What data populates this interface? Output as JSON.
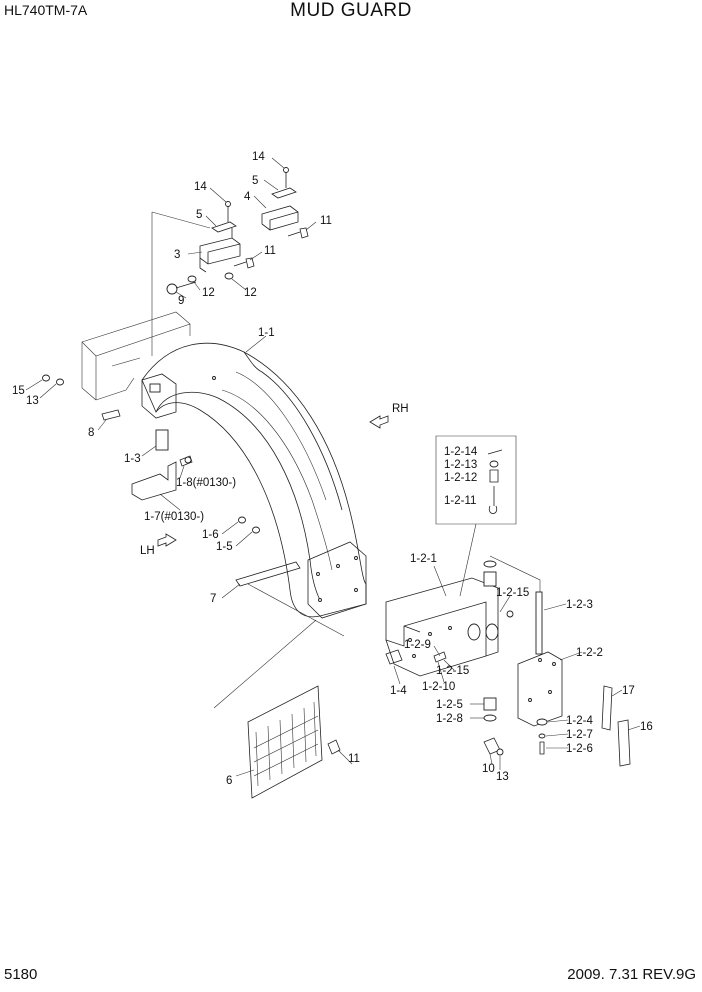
{
  "header": {
    "model": "HL740TM-7A",
    "title": "MUD GUARD"
  },
  "footer": {
    "page_number": "5180",
    "revision": "2009. 7.31  REV.9G"
  },
  "directions": {
    "rh": "RH",
    "lh": "LH"
  },
  "labels": [
    {
      "id": "l14a",
      "text": "14"
    },
    {
      "id": "l5a",
      "text": "5"
    },
    {
      "id": "l4",
      "text": "4"
    },
    {
      "id": "l11a",
      "text": "11"
    },
    {
      "id": "l14b",
      "text": "14"
    },
    {
      "id": "l5b",
      "text": "5"
    },
    {
      "id": "l3",
      "text": "3"
    },
    {
      "id": "l11b",
      "text": "11"
    },
    {
      "id": "l12a",
      "text": "12"
    },
    {
      "id": "l12b",
      "text": "12"
    },
    {
      "id": "l9",
      "text": "9"
    },
    {
      "id": "l1-1",
      "text": "1-1"
    },
    {
      "id": "l15",
      "text": "15"
    },
    {
      "id": "l13a",
      "text": "13"
    },
    {
      "id": "l8",
      "text": "8"
    },
    {
      "id": "l1-3",
      "text": "1-3"
    },
    {
      "id": "l1-8",
      "text": "1-8(#0130-)"
    },
    {
      "id": "l1-7",
      "text": "1-7(#0130-)"
    },
    {
      "id": "l1-6",
      "text": "1-6"
    },
    {
      "id": "l1-5",
      "text": "1-5"
    },
    {
      "id": "l7",
      "text": "7"
    },
    {
      "id": "l1-2-14",
      "text": "1-2-14"
    },
    {
      "id": "l1-2-13",
      "text": "1-2-13"
    },
    {
      "id": "l1-2-12",
      "text": "1-2-12"
    },
    {
      "id": "l1-2-11",
      "text": "1-2-11"
    },
    {
      "id": "l1-2-1",
      "text": "1-2-1"
    },
    {
      "id": "l1-2-15a",
      "text": "1-2-15"
    },
    {
      "id": "l1-2-3",
      "text": "1-2-3"
    },
    {
      "id": "l1-2-9",
      "text": "1-2-9"
    },
    {
      "id": "l1-2-15b",
      "text": "1-2-15"
    },
    {
      "id": "l1-2-10",
      "text": "1-2-10"
    },
    {
      "id": "l1-4",
      "text": "1-4"
    },
    {
      "id": "l1-2-2",
      "text": "1-2-2"
    },
    {
      "id": "l17",
      "text": "17"
    },
    {
      "id": "l1-2-5",
      "text": "1-2-5"
    },
    {
      "id": "l1-2-8",
      "text": "1-2-8"
    },
    {
      "id": "l1-2-4",
      "text": "1-2-4"
    },
    {
      "id": "l1-2-7",
      "text": "1-2-7"
    },
    {
      "id": "l1-2-6",
      "text": "1-2-6"
    },
    {
      "id": "l16",
      "text": "16"
    },
    {
      "id": "l11c",
      "text": "11"
    },
    {
      "id": "l6",
      "text": "6"
    },
    {
      "id": "l10",
      "text": "10"
    },
    {
      "id": "l13b",
      "text": "13"
    }
  ]
}
